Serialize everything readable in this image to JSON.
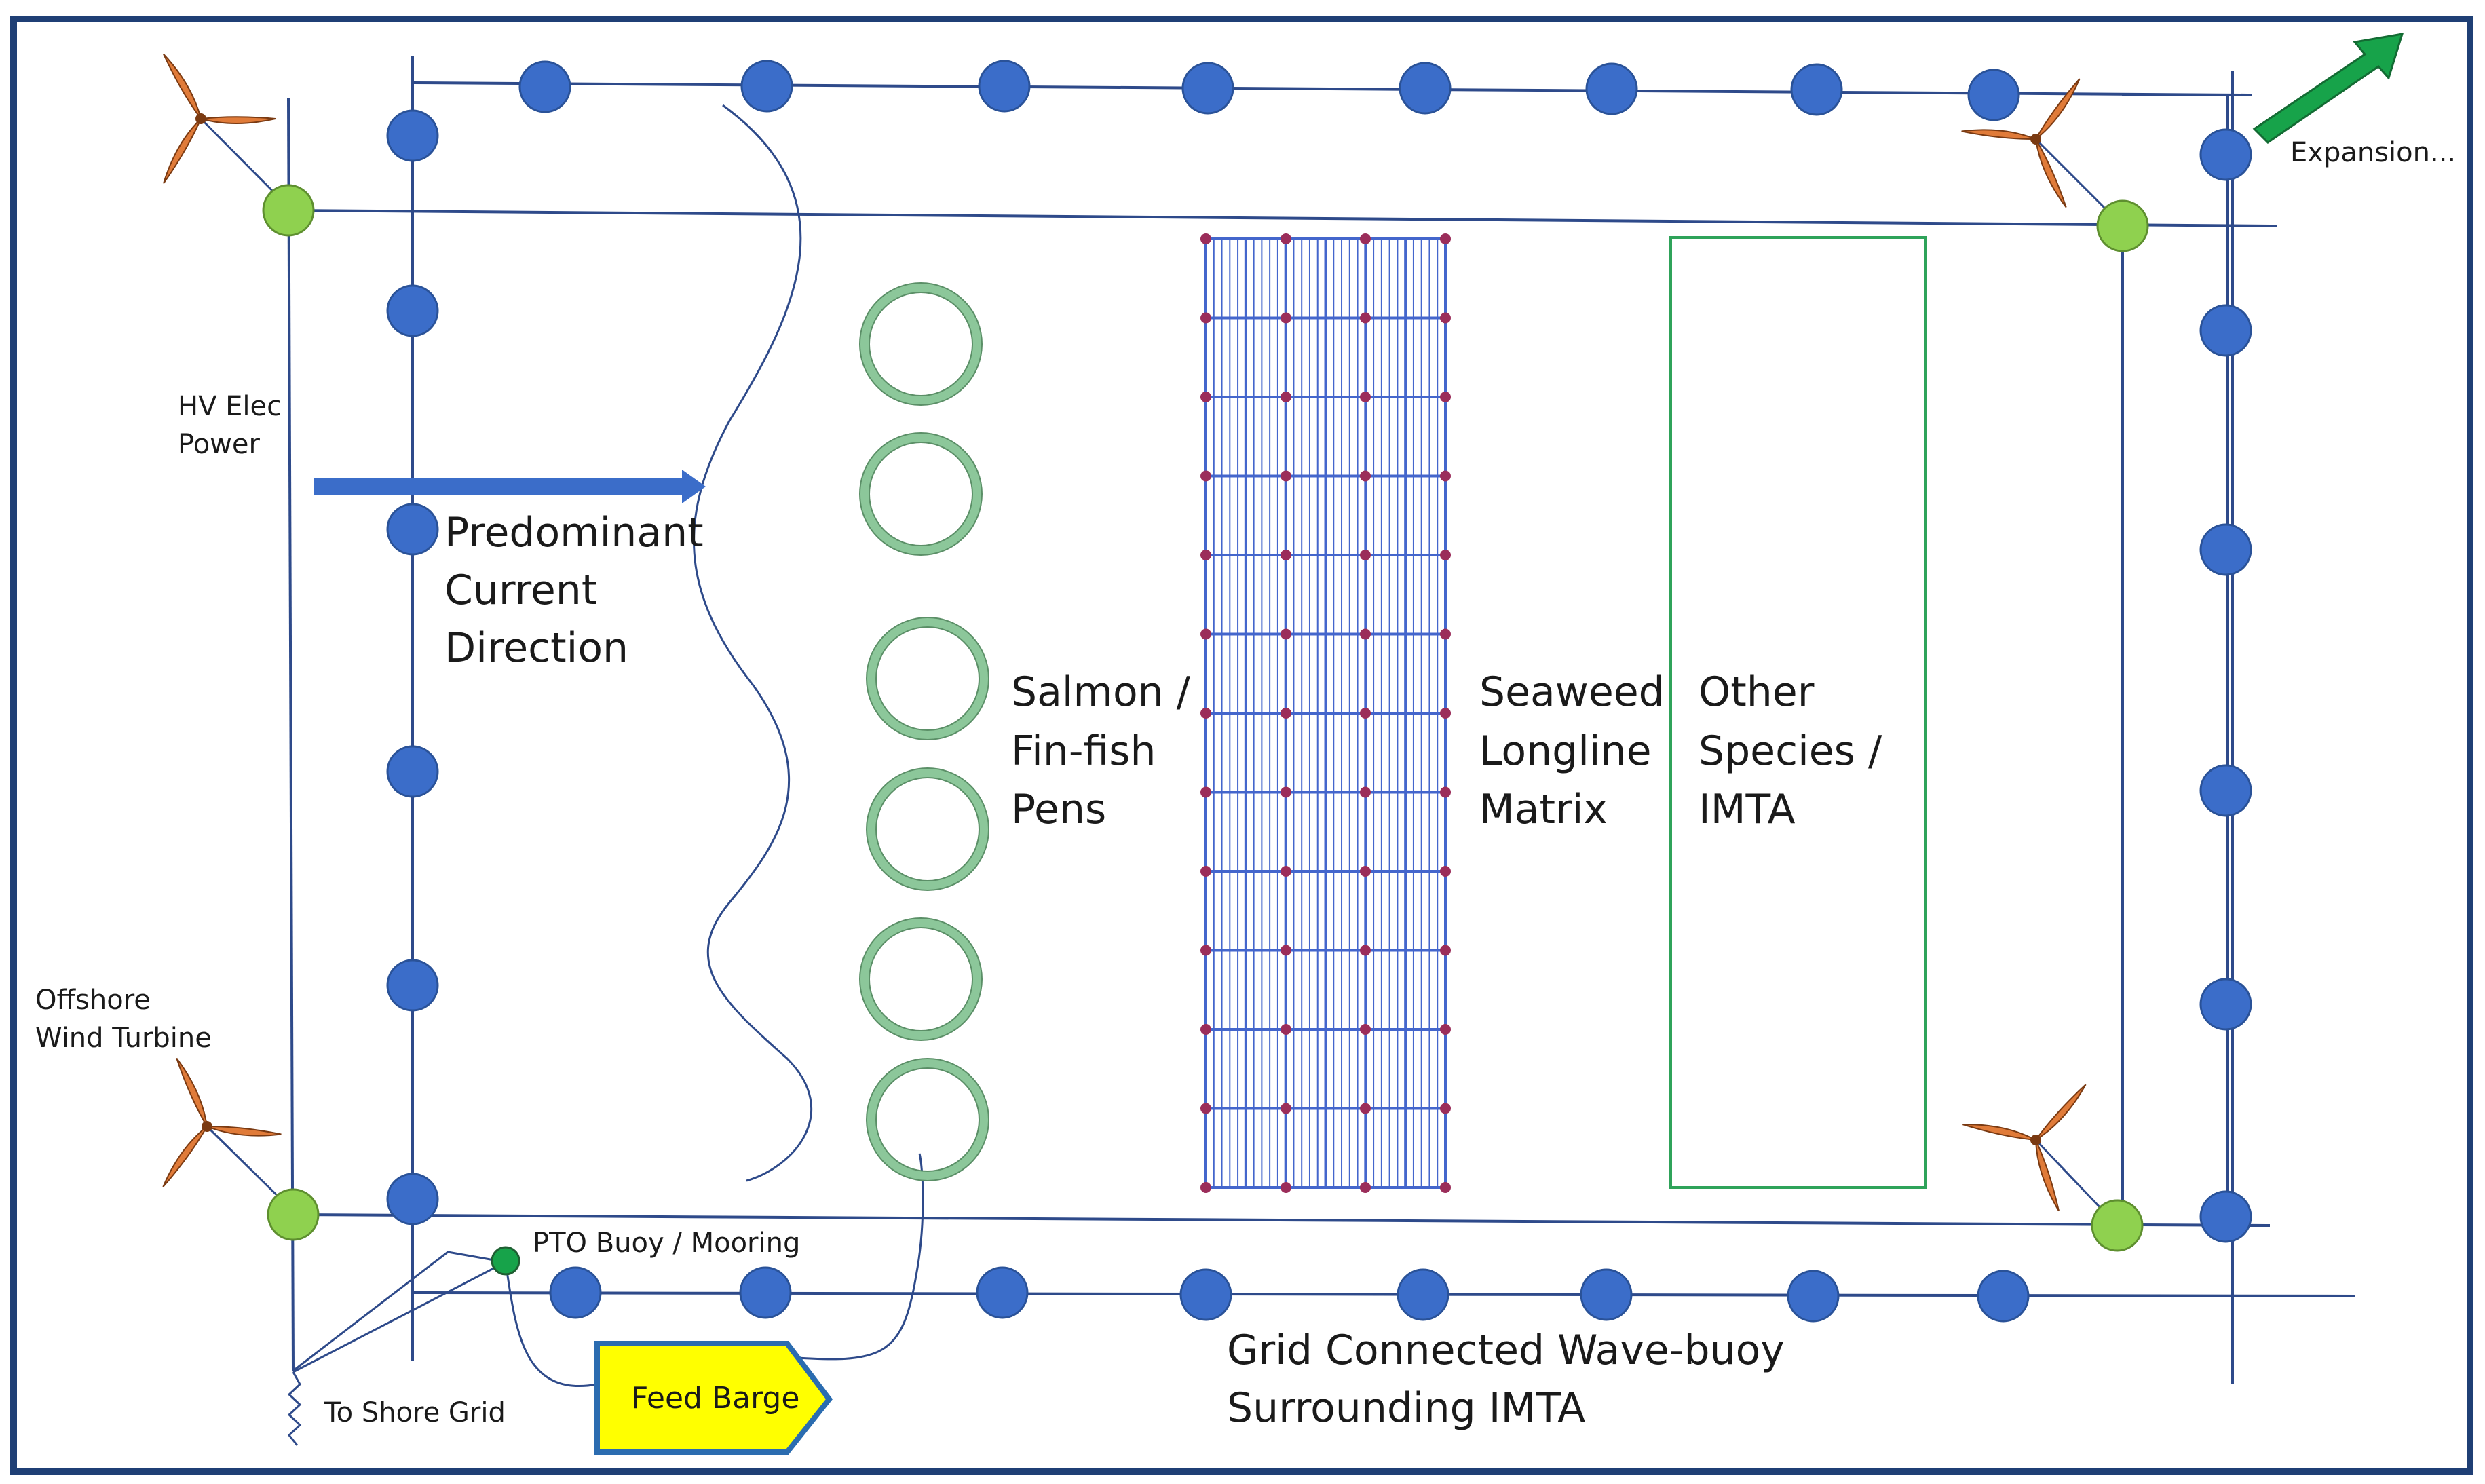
{
  "labels": {
    "hv_power_line1": "HV Elec",
    "hv_power_line2": "Power",
    "current_line1": "Predominant",
    "current_line2": "Current",
    "current_line3": "Direction",
    "salmon_line1": "Salmon /",
    "salmon_line2": "Fin-fish",
    "salmon_line3": "Pens",
    "seaweed_line1": "Seaweed",
    "seaweed_line2": "Longline",
    "seaweed_line3": "Matrix",
    "other_line1": "Other",
    "other_line2": "Species /",
    "other_line3": "IMTA",
    "offshore_line1": "Offshore",
    "offshore_line2": "Wind Turbine",
    "pto_buoy": "PTO Buoy / Mooring",
    "to_shore": "To Shore Grid",
    "feed_barge": "Feed Barge",
    "wave_line1": "Grid Connected Wave-buoy",
    "wave_line2": "Surrounding IMTA",
    "expansion": "Expansion..."
  },
  "colors": {
    "frame_border": "#1f3f75",
    "line": "#2e4a8a",
    "wave_buoy": "#3b6dc9",
    "node_green": "#8fd14f",
    "pto_green": "#17a34a",
    "pen_ring": "#8cc79a",
    "seaweed_grid": "#4466cc",
    "seaweed_node": "#9b2d5a",
    "other_species_box": "#2fa35a",
    "turbine_blade": "#e07b39",
    "barge_fill": "#ffff00",
    "barge_border": "#2b6cb0",
    "expansion_arrow": "#17a34a",
    "current_arrow": "#3b6dc9"
  },
  "icons": {
    "turbine": "wind-turbine-icon",
    "wave_buoy": "wave-buoy-icon",
    "pen": "fish-pen-icon",
    "substation": "substation-node-icon"
  }
}
